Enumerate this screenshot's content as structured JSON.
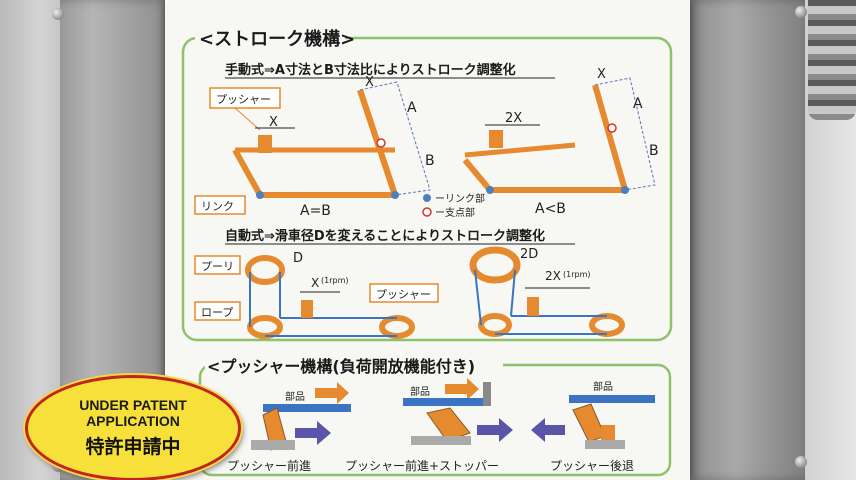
{
  "board": {
    "stroke_title": "<ストローク機構>",
    "manual_heading": "手動式⇒A寸法とB寸法比によりストローク調整化",
    "auto_heading": "自動式⇒滑車径Dを変えることによりストローク調整化",
    "pusher_title": "<プッシャー機構(負荷開放機能付き)",
    "manual_left": {
      "pusher_label": "プッシャー",
      "link_label": "リンク",
      "x_label": "X",
      "a_label": "A",
      "b_label": "B",
      "ratio": "A=B"
    },
    "manual_right": {
      "x_label": "2X",
      "top_x_label": "X",
      "a_label": "A",
      "b_label": "B",
      "ratio": "A<B"
    },
    "legend": {
      "link_part": "ーリンク部",
      "fulcrum": "ー支点部"
    },
    "auto_left": {
      "pulley_label": "プーリ",
      "rope_label": "ロープ",
      "pusher_label": "プッシャー",
      "d_label": "D",
      "x_label": "X",
      "x_unit": "(1rpm)"
    },
    "auto_right": {
      "d_label": "2D",
      "x_label": "2X",
      "x_unit": "(1rpm)"
    },
    "pusher_steps": [
      {
        "part_label": "部品",
        "caption": "プッシャー前進"
      },
      {
        "part_label": "部品",
        "caption": "プッシャー前進+ストッパー"
      },
      {
        "part_label": "部品",
        "caption": "プッシャー後退"
      }
    ]
  },
  "badge": {
    "line1": "UNDER PATENT",
    "line2": "APPLICATION",
    "line3": "特許申請中"
  },
  "colors": {
    "orange": "#e58a2e",
    "link_dot": "#4d7fbf",
    "fulcrum_dot": "#d9342b",
    "green_frame": "#8fc06a",
    "arrow_blue": "#5a55a8",
    "part_blue": "#3b74c2"
  }
}
